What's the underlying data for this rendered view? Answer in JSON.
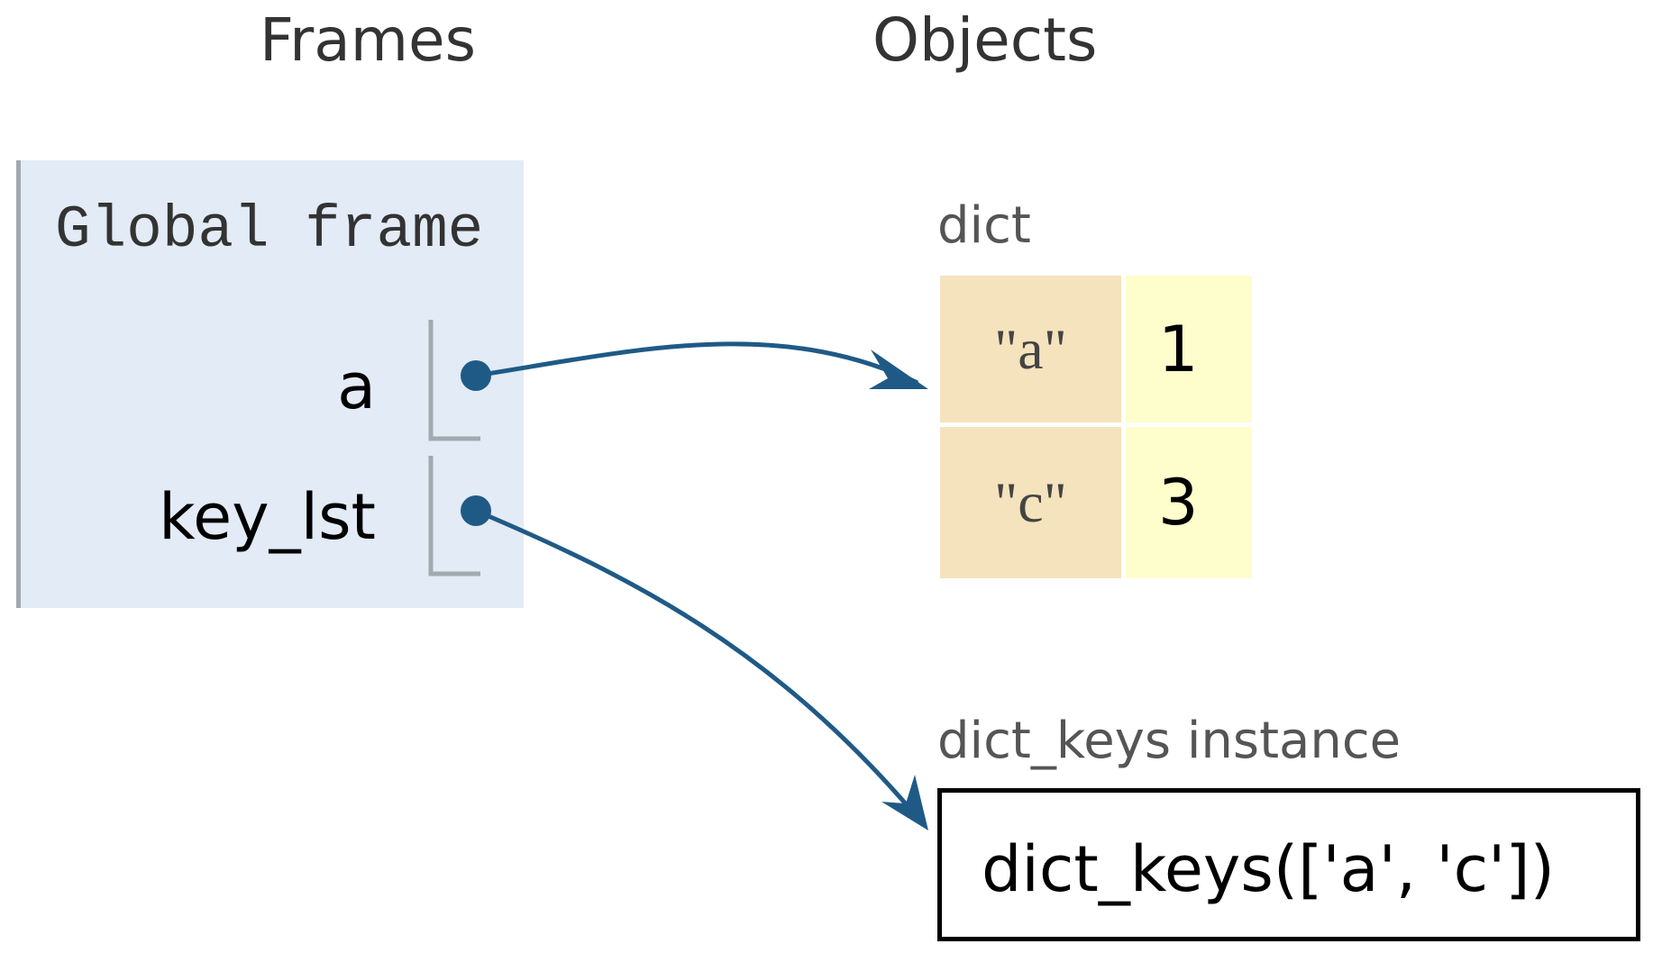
{
  "headings": {
    "frames": "Frames",
    "objects": "Objects"
  },
  "global_frame": {
    "title": "Global frame",
    "variables": [
      {
        "name": "a"
      },
      {
        "name": "key_lst"
      }
    ]
  },
  "objects": {
    "dict": {
      "type_label": "dict",
      "entries": [
        {
          "key": "\"a\"",
          "value": "1"
        },
        {
          "key": "\"c\"",
          "value": "3"
        }
      ]
    },
    "dict_keys": {
      "type_label": "dict_keys instance",
      "value": "dict_keys(['a', 'c'])"
    }
  },
  "colors": {
    "frame_bg": "#e2ebf6",
    "frame_border": "#a2a9af",
    "dict_key_bg": "#f5e3bd",
    "dict_value_bg": "#fefdcc",
    "pointer": "#1f5a86"
  }
}
